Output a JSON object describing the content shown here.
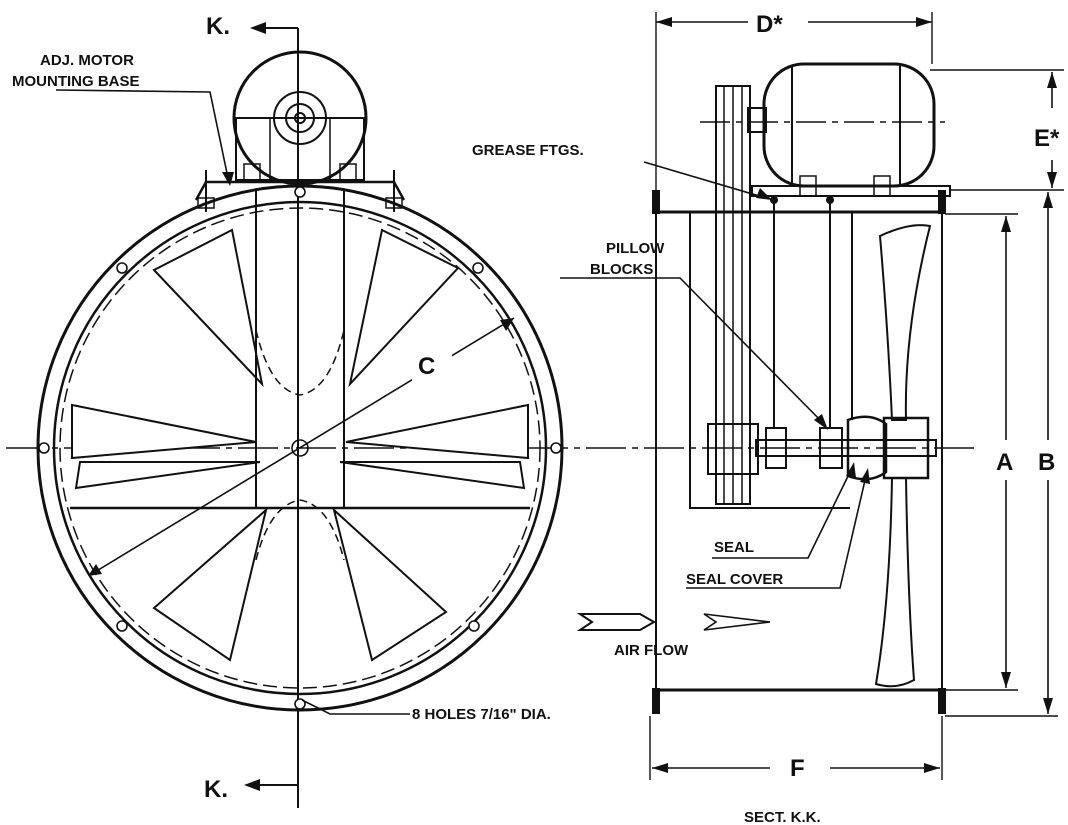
{
  "labels": {
    "section_top": "K.",
    "section_bottom": "K.",
    "adj_motor_line1": "ADJ. MOTOR",
    "adj_motor_line2": "MOUNTING BASE",
    "grease": "GREASE FTGS.",
    "pillow_line1": "PILLOW",
    "pillow_line2": "BLOCKS",
    "dim_a": "A",
    "dim_b": "B",
    "dim_c": "C",
    "dim_d": "D*",
    "dim_e": "E*",
    "dim_f": "F",
    "seal": "SEAL",
    "seal_cover": "SEAL COVER",
    "air_flow": "AIR FLOW",
    "holes": "8 HOLES 7/16\" DIA.",
    "section_caption": "SECT. K.K."
  }
}
